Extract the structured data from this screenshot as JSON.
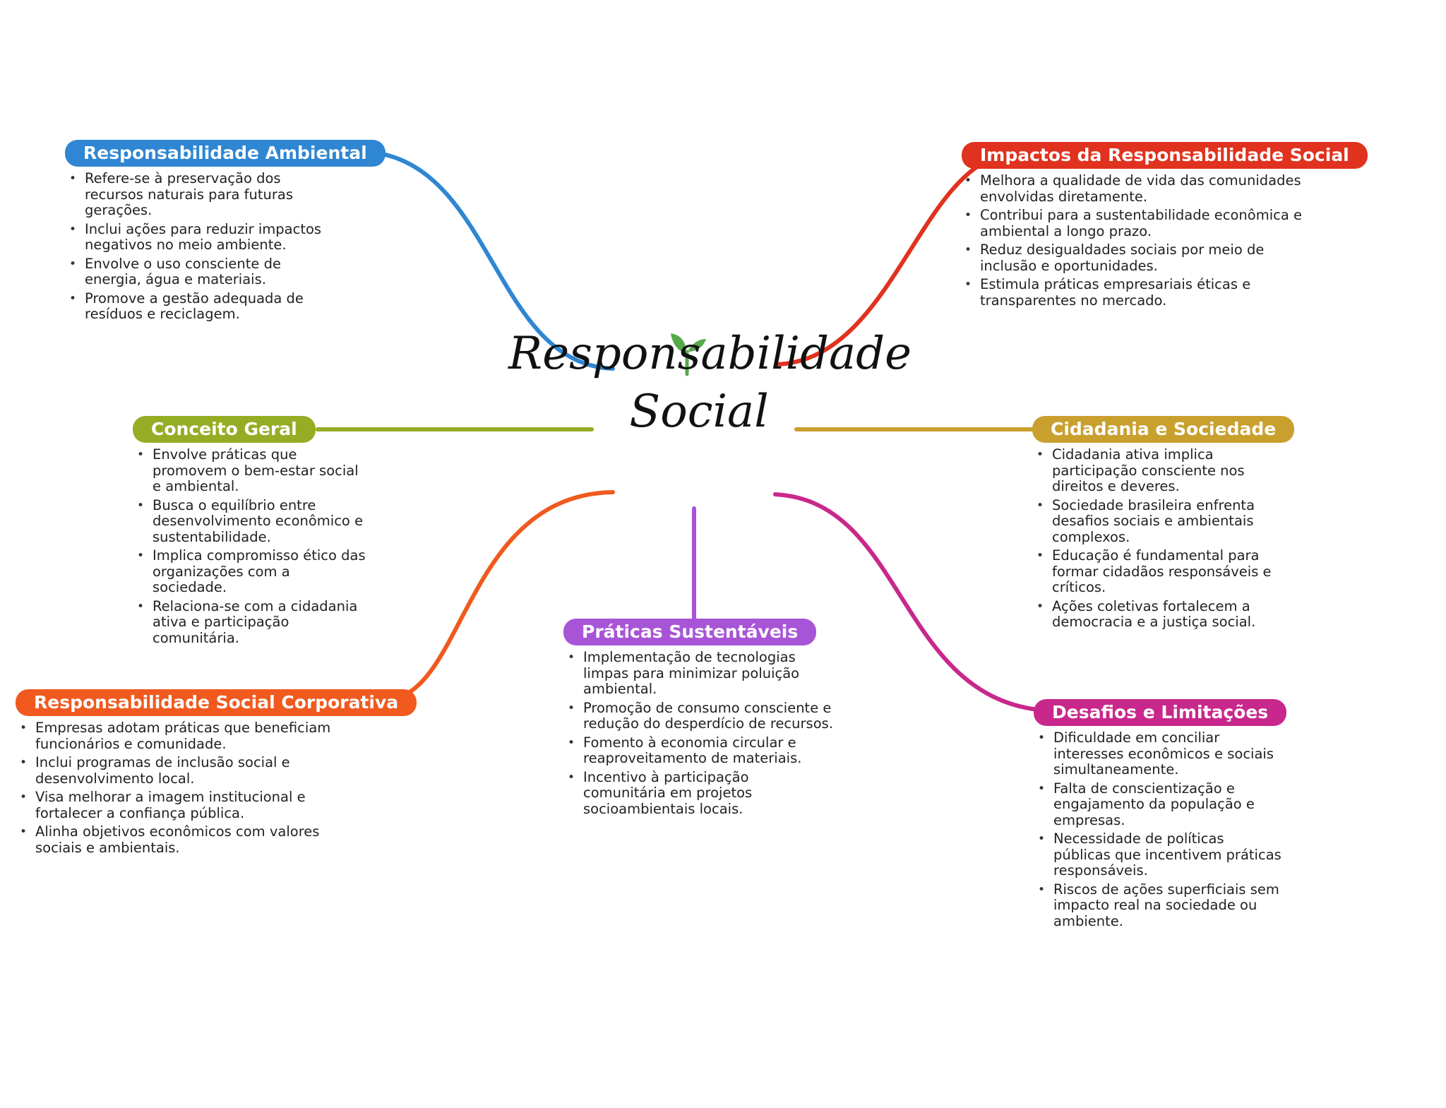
{
  "central": {
    "title_line1": "Responsabilidade",
    "title_line2": "Social",
    "icon": "sprout-icon"
  },
  "colors": {
    "ambiental": "#2F86D2",
    "impactos": "#E0321E",
    "conceito": "#95AD24",
    "cidadania": "#C9A02E",
    "rsc": "#F05A1E",
    "praticas": "#A854D6",
    "desafios": "#C8288C",
    "sprout": "#57A84A"
  },
  "branches": {
    "ambiental": {
      "title": "Responsabilidade Ambiental",
      "items": [
        "Refere-se à preservação dos recursos naturais para futuras gerações.",
        "Inclui ações para reduzir impactos negativos no meio ambiente.",
        "Envolve o uso consciente de energia, água e materiais.",
        "Promove a gestão adequada de resíduos e reciclagem."
      ]
    },
    "impactos": {
      "title": "Impactos da Responsabilidade Social",
      "items": [
        "Melhora a qualidade de vida das comunidades envolvidas diretamente.",
        "Contribui para a sustentabilidade econômica e ambiental a longo prazo.",
        "Reduz desigualdades sociais por meio de inclusão e oportunidades.",
        "Estimula práticas empresariais éticas e transparentes no mercado."
      ]
    },
    "conceito": {
      "title": "Conceito Geral",
      "items": [
        "Envolve práticas que promovem o bem-estar social e ambiental.",
        "Busca o equilíbrio entre desenvolvimento econômico e sustentabilidade.",
        "Implica compromisso ético das organizações com a sociedade.",
        "Relaciona-se com a cidadania ativa e participação comunitária."
      ]
    },
    "cidadania": {
      "title": "Cidadania e Sociedade",
      "items": [
        "Cidadania ativa implica participação consciente nos direitos e deveres.",
        "Sociedade brasileira enfrenta desafios sociais e ambientais complexos.",
        "Educação é fundamental para formar cidadãos responsáveis e críticos.",
        "Ações coletivas fortalecem a democracia e a justiça social."
      ]
    },
    "rsc": {
      "title": "Responsabilidade Social Corporativa",
      "items": [
        "Empresas adotam práticas que beneficiam funcionários e comunidade.",
        "Inclui programas de inclusão social e desenvolvimento local.",
        "Visa melhorar a imagem institucional e fortalecer a confiança pública.",
        "Alinha objetivos econômicos com valores sociais e ambientais."
      ]
    },
    "praticas": {
      "title": "Práticas Sustentáveis",
      "items": [
        "Implementação de tecnologias limpas para minimizar poluição ambiental.",
        "Promoção de consumo consciente e redução do desperdício de recursos.",
        "Fomento à economia circular e reaproveitamento de materiais.",
        "Incentivo à participação comunitária em projetos socioambientais locais."
      ]
    },
    "desafios": {
      "title": "Desafios e Limitações",
      "items": [
        "Dificuldade em conciliar interesses econômicos e sociais simultaneamente.",
        "Falta de conscientização e engajamento da população e empresas.",
        "Necessidade de políticas públicas que incentivem práticas responsáveis.",
        "Riscos de ações superficiais sem impacto real na sociedade ou ambiente."
      ]
    }
  }
}
